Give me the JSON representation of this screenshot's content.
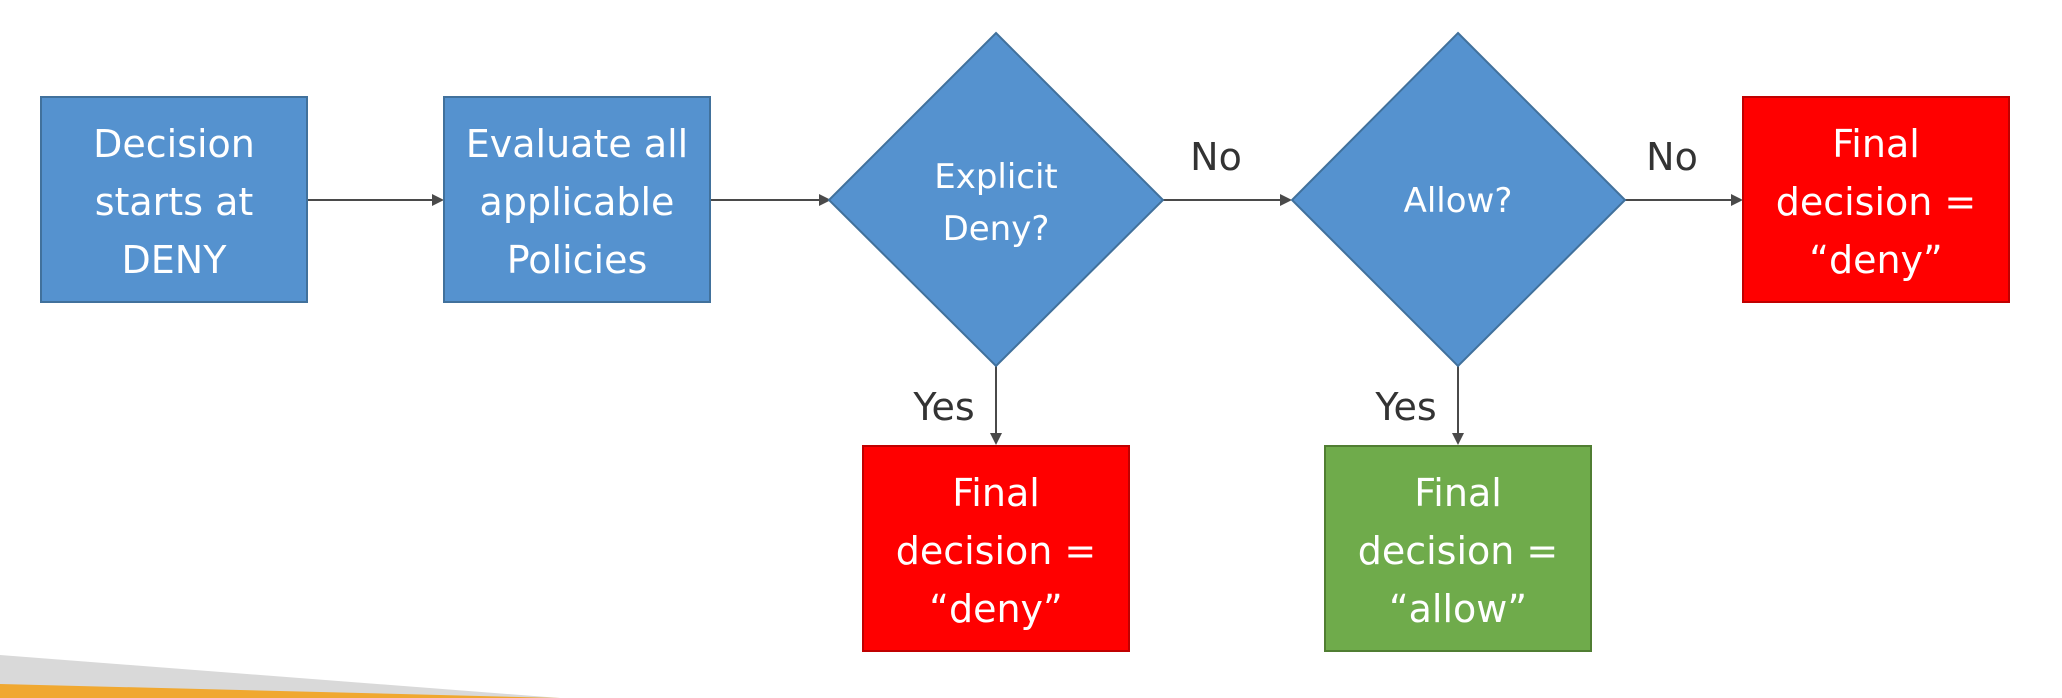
{
  "diagram": {
    "colors": {
      "process_blue": "#5592cf",
      "process_border": "#41719c",
      "deny_red": "#ff0000",
      "deny_border": "#c00000",
      "allow_green": "#6fab4b",
      "allow_border": "#507e32",
      "arrow": "#4a4a4a",
      "label_text": "#333333",
      "footer_orange": "#f0a830",
      "footer_gray": "#d9d9d9"
    },
    "nodes": {
      "start": {
        "line1": "Decision",
        "line2": "starts at",
        "line3": "DENY"
      },
      "evaluate": {
        "line1": "Evaluate all",
        "line2": "applicable",
        "line3": "Policies"
      },
      "explicit_deny": {
        "line1": "Explicit",
        "line2": "Deny?"
      },
      "allow_check": {
        "line1": "Allow?"
      },
      "final_deny_no": {
        "line1": "Final",
        "line2": "decision =",
        "line3": "“deny”"
      },
      "final_deny_yes": {
        "line1": "Final",
        "line2": "decision =",
        "line3": "“deny”"
      },
      "final_allow": {
        "line1": "Final",
        "line2": "decision =",
        "line3": "“allow”"
      }
    },
    "edge_labels": {
      "explicit_deny_no": "No",
      "allow_no": "No",
      "explicit_deny_yes": "Yes",
      "allow_yes": "Yes"
    }
  }
}
